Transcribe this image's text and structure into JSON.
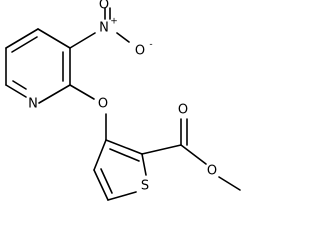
{
  "atoms": {
    "pyridine_n": "N",
    "ether_o": "O",
    "nitro_n": "N",
    "nitro_n_charge": "+",
    "nitro_o_double": "O",
    "nitro_o_single": "O",
    "nitro_o_charge": "-",
    "carbonyl_o": "O",
    "ester_o": "O",
    "thiophene_s": "S"
  }
}
